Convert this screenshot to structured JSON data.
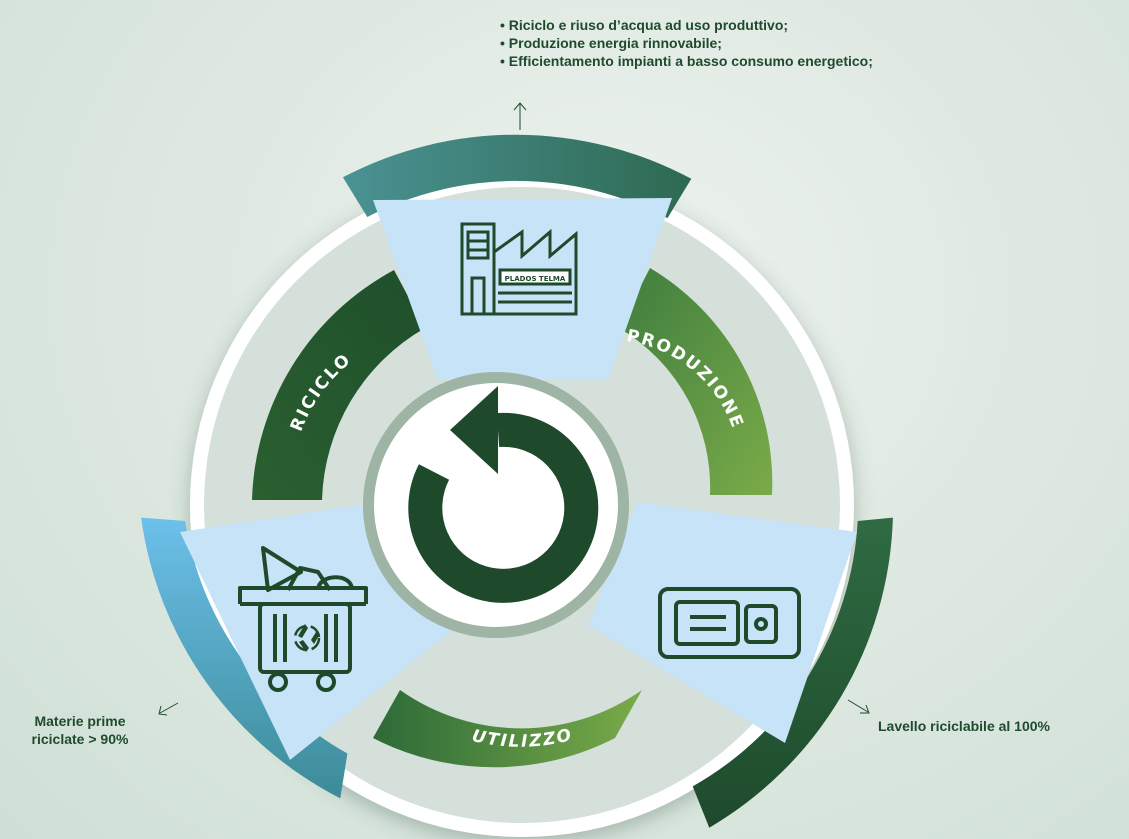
{
  "benefits": [
    "Riciclo e riuso d’acqua ad uso produttivo;",
    "Produzione energia rinnovabile;",
    "Efficientamento impianti a basso consumo energetico;"
  ],
  "recycled_materials": {
    "line1": "Materie prime",
    "line2": "riciclate > 90%"
  },
  "sink_note": "Lavello riciclabile al 100%",
  "stages": {
    "production": "PRODUZIONE",
    "use": "UTILIZZO",
    "recycle": "RICICLO"
  },
  "factory_brand": "PLADOS TELMA",
  "icons": {
    "center": "cycle-arrow-icon",
    "top": "factory-icon",
    "right": "sink-icon",
    "left": "recycling-bin-icon"
  },
  "colors": {
    "dark_green": "#1e4a2b",
    "mid_green": "#3d7a3a",
    "light_green": "#7aab48",
    "teal": "#2f7a6a",
    "sky_blue": "#c6e3f7",
    "blue_arc": "#5ab0df",
    "gray_green": "#9eb5a6"
  }
}
